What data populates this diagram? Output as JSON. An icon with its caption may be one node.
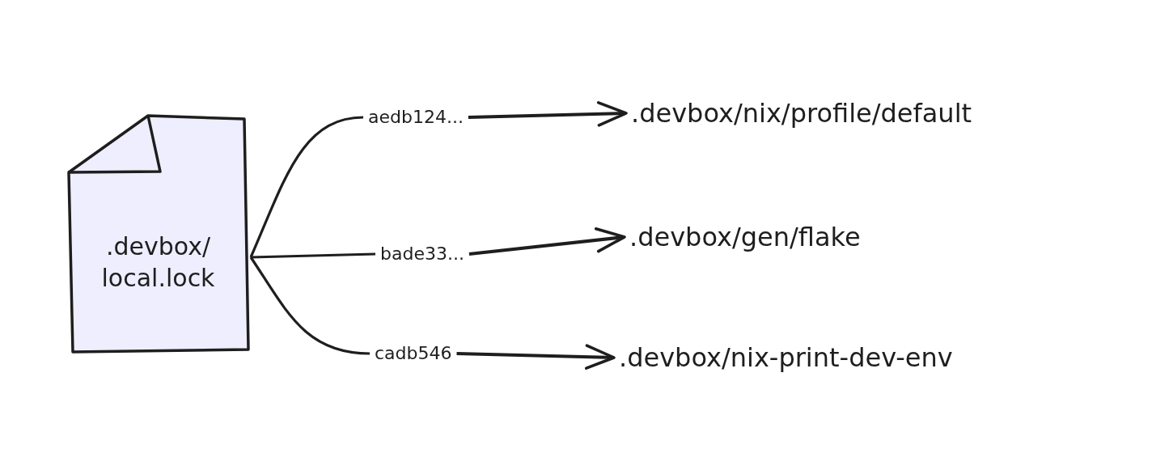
{
  "diagram": {
    "nodes": [
      {
        "text": [
          ".devbox/ local.lock"
        ]
      },
      {
        "text": [
          "aedb124..."
        ]
      },
      {
        "text": [
          ".devbox/nix/profile/default"
        ]
      },
      {
        "text": [
          "bade33..."
        ]
      },
      {
        "text": [
          ".devbox/gen/flake"
        ]
      },
      {
        "text": [
          "cadb546"
        ]
      },
      {
        "text": [
          ".devbox/nix-print-dev-env"
        ]
      }
    ],
    "edges": [
      {
        "from": 0,
        "to": 1,
        "arrow": "none"
      },
      {
        "from": 1,
        "to": 2,
        "arrow": "to"
      },
      {
        "from": 0,
        "to": 3,
        "arrow": "none"
      },
      {
        "from": 3,
        "to": 4,
        "arrow": "to"
      },
      {
        "from": 0,
        "to": 5,
        "arrow": "none"
      },
      {
        "from": 5,
        "to": 6,
        "arrow": "to"
      }
    ]
  }
}
